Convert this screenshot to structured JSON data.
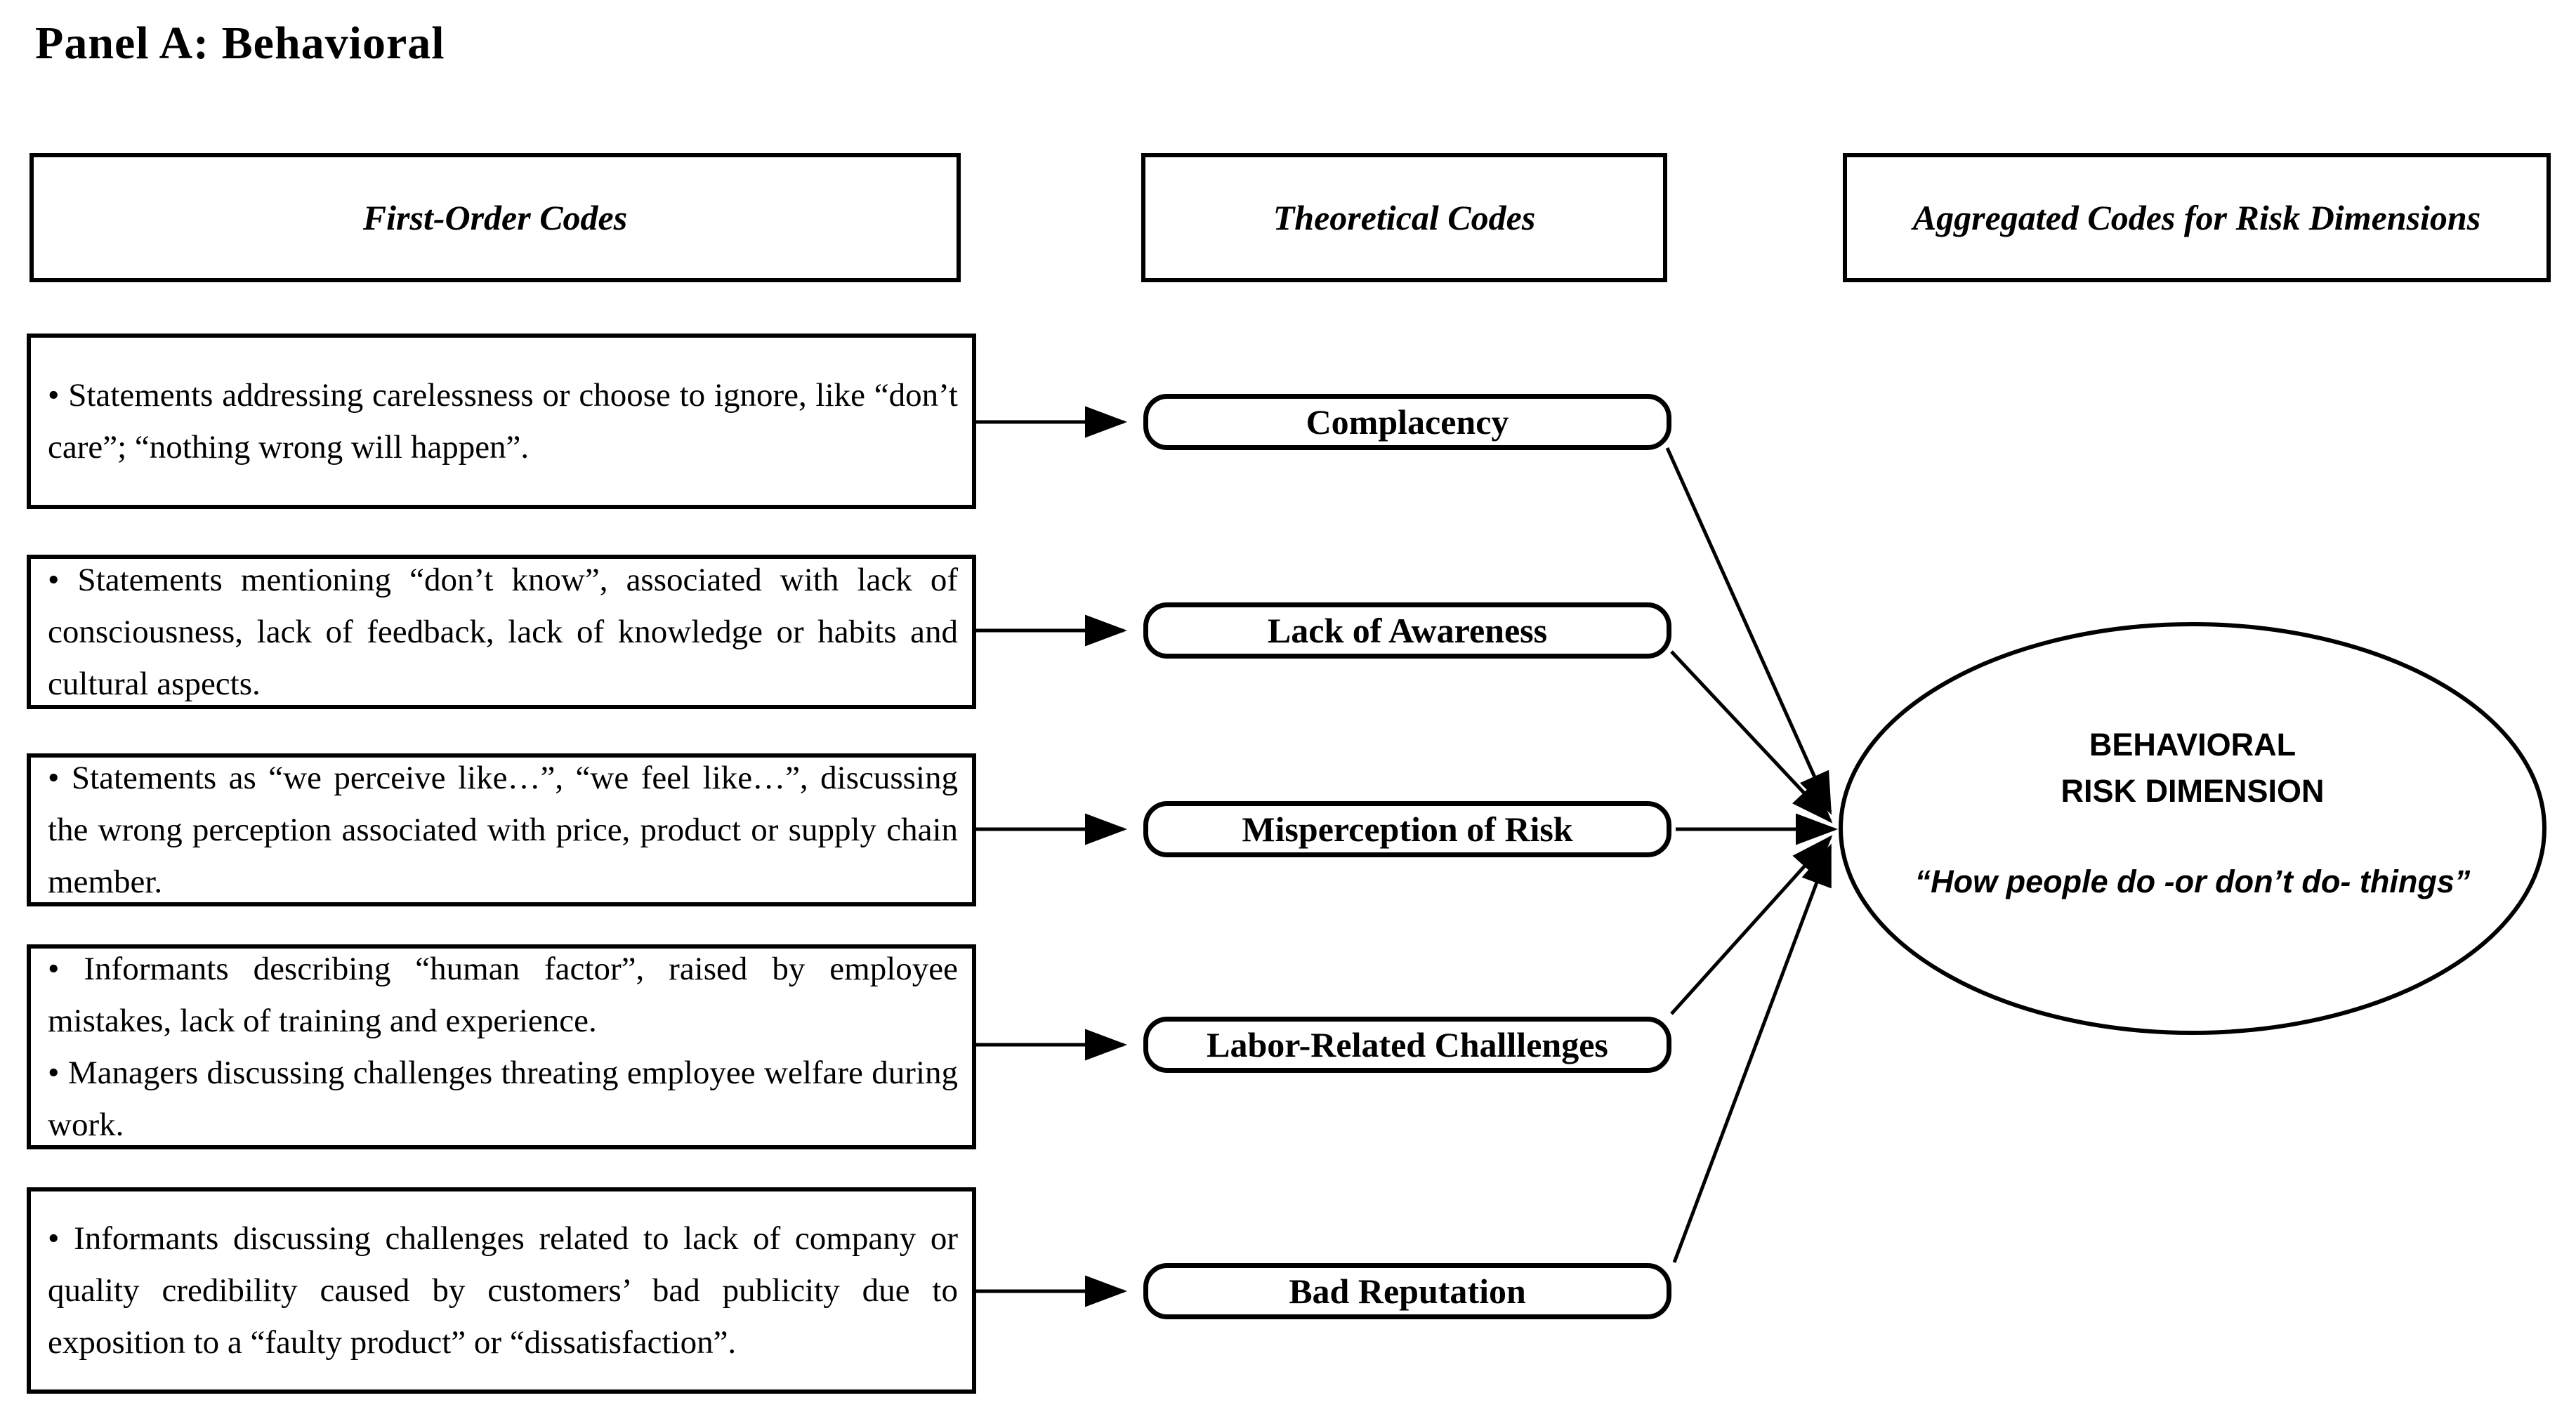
{
  "title": "Panel A: Behavioral",
  "headers": {
    "first_order": "First-Order Codes",
    "theoretical": "Theoretical Codes",
    "aggregated": "Aggregated Codes for Risk Dimensions"
  },
  "first_order": [
    {
      "bullets": [
        "• Statements addressing carelessness or choose to ignore, like “don’t care”; “nothing wrong will happen”."
      ]
    },
    {
      "bullets": [
        "• Statements mentioning “don’t know”, associated with lack of consciousness, lack of feedback, lack of knowledge or habits and cultural aspects."
      ]
    },
    {
      "bullets": [
        "• Statements as “we perceive like…”, “we feel like…”, discussing the wrong perception associated with price, product or supply chain member."
      ]
    },
    {
      "bullets": [
        "• Informants describing “human factor”, raised by employee mistakes, lack of training and experience.",
        "• Managers discussing challenges threating employee welfare during work."
      ]
    },
    {
      "bullets": [
        "• Informants discussing challenges related to lack of company or quality credibility caused by customers’ bad publicity due to exposition to a “faulty product” or “dissatisfaction”."
      ]
    }
  ],
  "theoretical": [
    "Complacency",
    "Lack of Awareness",
    "Misperception of Risk",
    "Labor-Related Challlenges",
    "Bad Reputation"
  ],
  "aggregate": {
    "title_line1": "BEHAVIORAL",
    "title_line2": "RISK DIMENSION",
    "quote": "“How people do -or don’t do- things”"
  },
  "colors": {
    "ink": "#000000",
    "paper": "#ffffff"
  }
}
